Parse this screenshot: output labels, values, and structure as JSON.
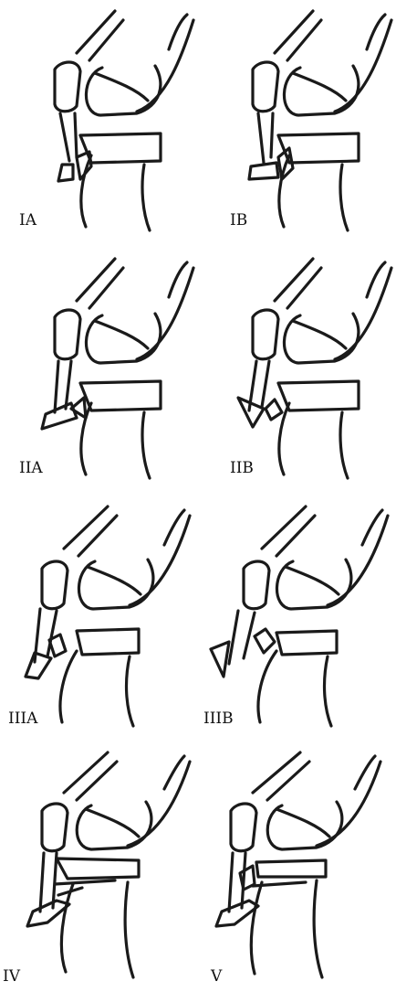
{
  "figure": {
    "panels": [
      {
        "id": "ia",
        "label": "IA"
      },
      {
        "id": "ib",
        "label": "IB"
      },
      {
        "id": "iia",
        "label": "IIA"
      },
      {
        "id": "iib",
        "label": "IIB"
      },
      {
        "id": "iiia",
        "label": "IIIA"
      },
      {
        "id": "iiib",
        "label": "IIIB"
      },
      {
        "id": "iv",
        "label": "IV"
      },
      {
        "id": "v",
        "label": "V"
      }
    ]
  }
}
